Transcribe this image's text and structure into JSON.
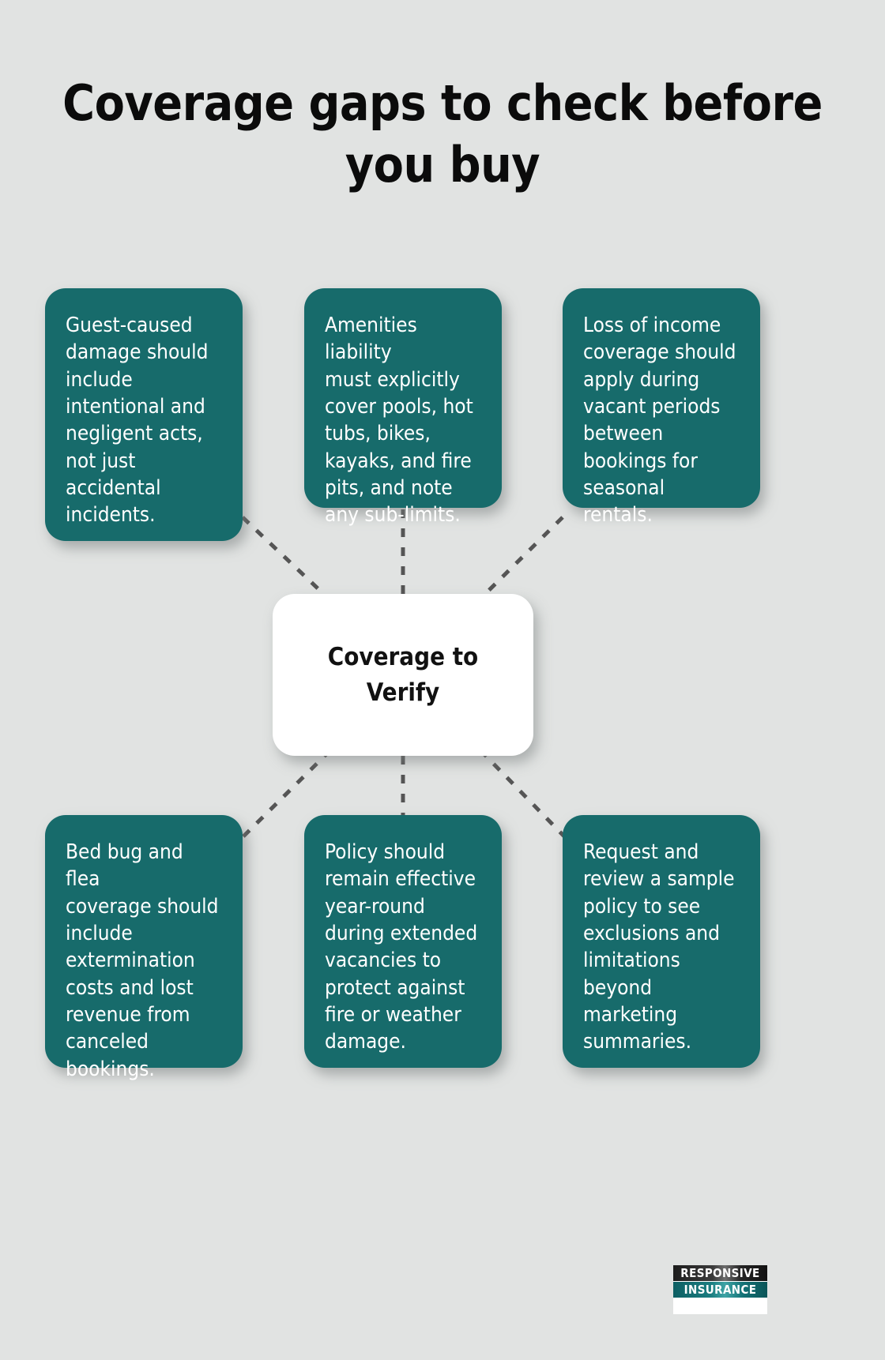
{
  "page": {
    "title": "Coverage gaps to check before\nyou buy",
    "background_color": "#e1e3e2",
    "accent_color": "#176b6b",
    "connector_color": "#555555"
  },
  "center_node": {
    "label": "Coverage to\nVerify",
    "background_color": "#ffffff",
    "text_color": "#111111"
  },
  "cards": {
    "top": [
      {
        "id": "guest-caused-damage",
        "text": "Guest-caused\ndamage should\ninclude\nintentional and\nnegligent acts,\nnot just\naccidental\nincidents."
      },
      {
        "id": "amenities-liability",
        "text": "Amenities liability\nmust explicitly\ncover pools, hot\ntubs, bikes,\nkayaks, and fire\npits, and note\nany sub-limits."
      },
      {
        "id": "loss-of-income",
        "text": "Loss of income\ncoverage should\napply during\nvacant periods\nbetween\nbookings for\nseasonal rentals."
      }
    ],
    "bottom": [
      {
        "id": "bed-bug-flea-coverage",
        "text": "Bed bug and flea\ncoverage should\ninclude\nextermination\ncosts and lost\nrevenue from\ncanceled\nbookings."
      },
      {
        "id": "year-round-policy",
        "text": "Policy should\nremain effective\nyear-round\nduring extended\nvacancies to\nprotect against\nfire or weather\ndamage."
      },
      {
        "id": "sample-policy-review",
        "text": "Request and\nreview a sample\npolicy to see\nexclusions and\nlimitations\nbeyond\nmarketing\nsummaries."
      }
    ]
  },
  "logo": {
    "line1": "RESPONSIVE",
    "line2": "INSURANCE",
    "line1_color": "#1c1c1c",
    "line2_color": "#177b7e"
  }
}
